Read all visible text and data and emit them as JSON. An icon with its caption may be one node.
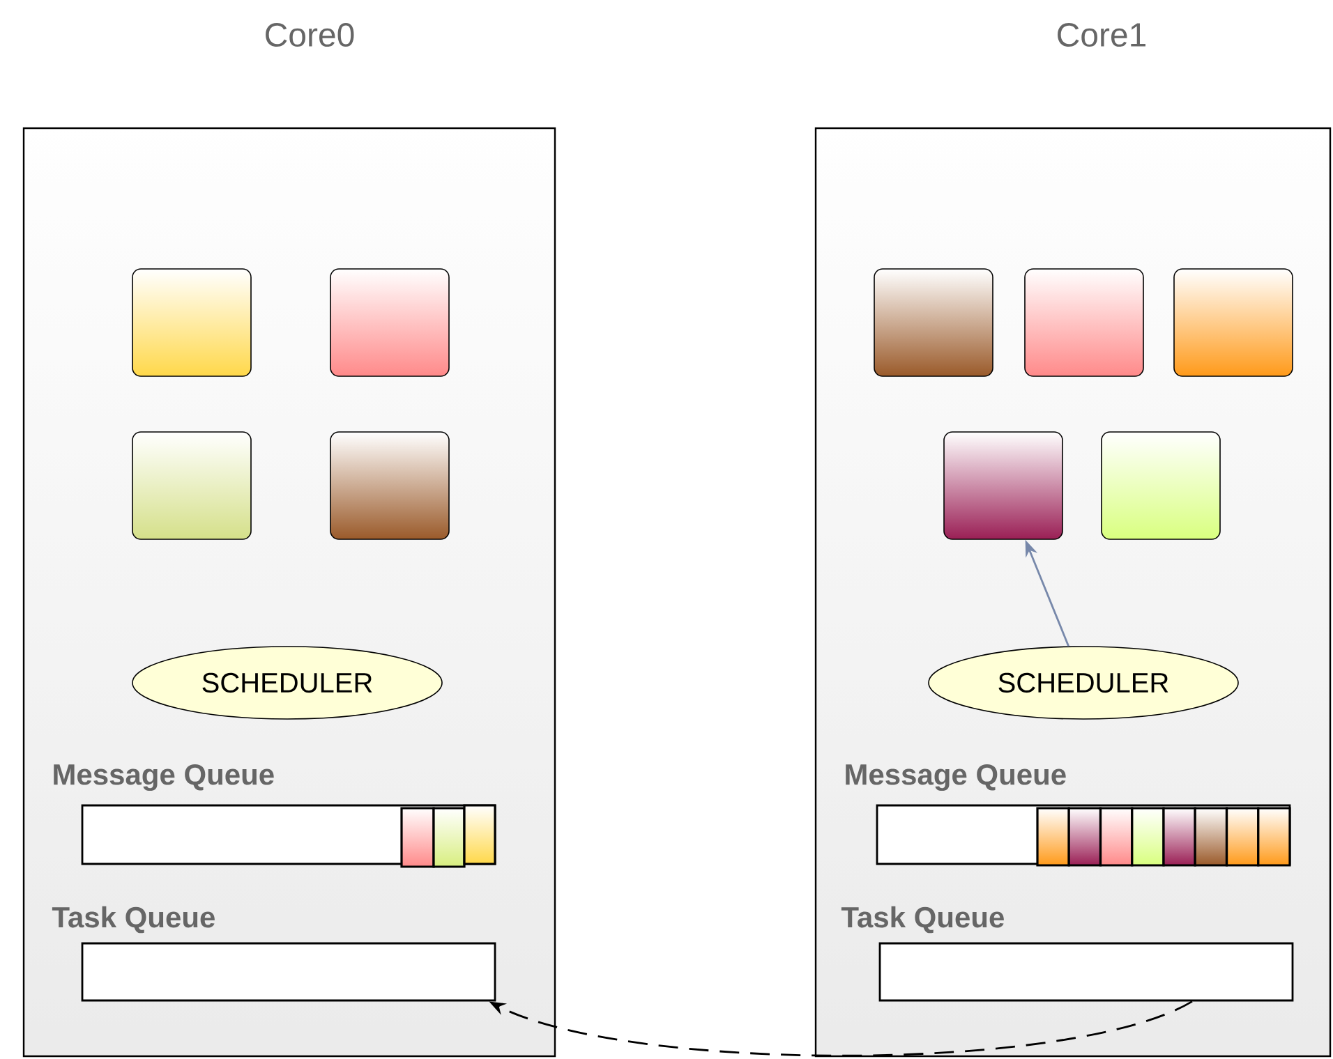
{
  "diagram": {
    "nodes": [
      {
        "text": [
          "Core0"
        ]
      },
      {
        "text": [],
        "shape": "box",
        "in": 0
      },
      {
        "text": [],
        "shape": "box",
        "in": 0
      },
      {
        "text": [],
        "shape": "box",
        "in": 0
      },
      {
        "text": [],
        "shape": "box",
        "in": 0
      },
      {
        "text": [
          "SCHEDULER"
        ],
        "in": 0
      },
      {
        "text": [
          "Message Queue"
        ],
        "in": 0
      },
      {
        "text": [],
        "shape": "box",
        "in": 6
      },
      {
        "text": [],
        "shape": "box",
        "in": 6
      },
      {
        "text": [],
        "shape": "box",
        "in": 6
      },
      {
        "text": [
          "Task Queue"
        ],
        "in": 0
      },
      {
        "text": [
          "Core1"
        ]
      },
      {
        "text": [],
        "shape": "box",
        "in": 11
      },
      {
        "text": [],
        "shape": "box",
        "in": 11
      },
      {
        "text": [],
        "shape": "box",
        "in": 11
      },
      {
        "text": [],
        "shape": "box",
        "in": 11
      },
      {
        "text": [],
        "shape": "box",
        "in": 11
      },
      {
        "text": [
          "SCHEDULER"
        ],
        "in": 11
      },
      {
        "text": [
          "Message Queue"
        ],
        "in": 11
      },
      {
        "text": [],
        "shape": "box",
        "in": 18
      },
      {
        "text": [],
        "shape": "box",
        "in": 18
      },
      {
        "text": [],
        "shape": "box",
        "in": 18
      },
      {
        "text": [],
        "shape": "box",
        "in": 18
      },
      {
        "text": [],
        "shape": "box",
        "in": 18
      },
      {
        "text": [],
        "shape": "box",
        "in": 18
      },
      {
        "text": [],
        "shape": "box",
        "in": 18
      },
      {
        "text": [],
        "shape": "box",
        "in": 18
      },
      {
        "text": [
          "Task Queue"
        ],
        "in": 11
      }
    ],
    "edges": [
      {
        "from": 17,
        "to": 15,
        "arrow": "to",
        "color": "#7788aa"
      },
      {
        "from": 27,
        "to": 10,
        "arrow": "to",
        "style": "dashed",
        "color": "#000000"
      }
    ]
  }
}
